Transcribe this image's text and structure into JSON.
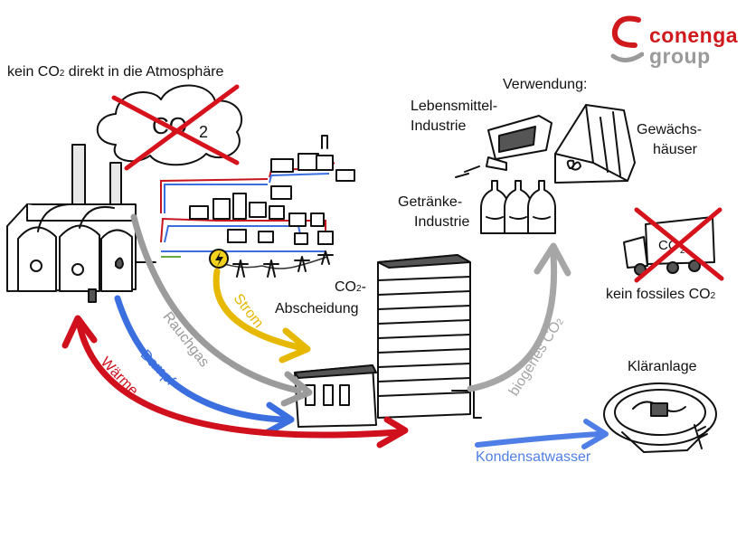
{
  "logo": {
    "line1": "conenga",
    "line2": "group",
    "red": "#d0191c",
    "grey": "#9a9a9a"
  },
  "labels": {
    "kein_co2_prefix": "kein CO",
    "kein_co2_sub": "2",
    "kein_co2_suffix": " direkt in die Atmosphäre",
    "cloud_co": "CO",
    "cloud_2": "2",
    "verwendung": "Verwendung:",
    "lebensmittel_1": "Lebensmittel-",
    "lebensmittel_2": "Industrie",
    "gewaechs_1": "Gewächs-",
    "gewaechs_2": "häuser",
    "getraenke_1": "Getränke-",
    "getraenke_2": "Industrie",
    "kein_fossiles": "kein fossiles CO",
    "kein_fossiles_sub": "2",
    "abscheidung_1": "CO",
    "abscheidung_sub": "2",
    "abscheidung_dash": "-",
    "abscheidung_2": "Abscheidung",
    "klaeranlage": "Kläranlage",
    "strom": "Strom",
    "rauchgas": "Rauchgas",
    "dampf": "Dampf",
    "waerme": "Wärme",
    "biogenes": "biogenes CO",
    "biogenes_sub": "2",
    "kondensat": "Kondensatwasser",
    "truck_co": "CO",
    "truck_2": "2"
  },
  "colors": {
    "strom": "#e6b800",
    "rauchgas": "#9b9b9b",
    "dampf": "#3b6fe0",
    "waerme": "#d0101c",
    "biogenes": "#a6a6a6",
    "kondensat": "#4f7fe6",
    "cross": "#d6121c"
  },
  "icons": [
    "plant-icon",
    "cloud-icon",
    "town-icon",
    "power-line-icon",
    "capture-tower-icon",
    "food-industry-icon",
    "greenhouse-icon",
    "bottles-icon",
    "truck-icon",
    "treatment-plant-icon",
    "lightning-icon"
  ]
}
